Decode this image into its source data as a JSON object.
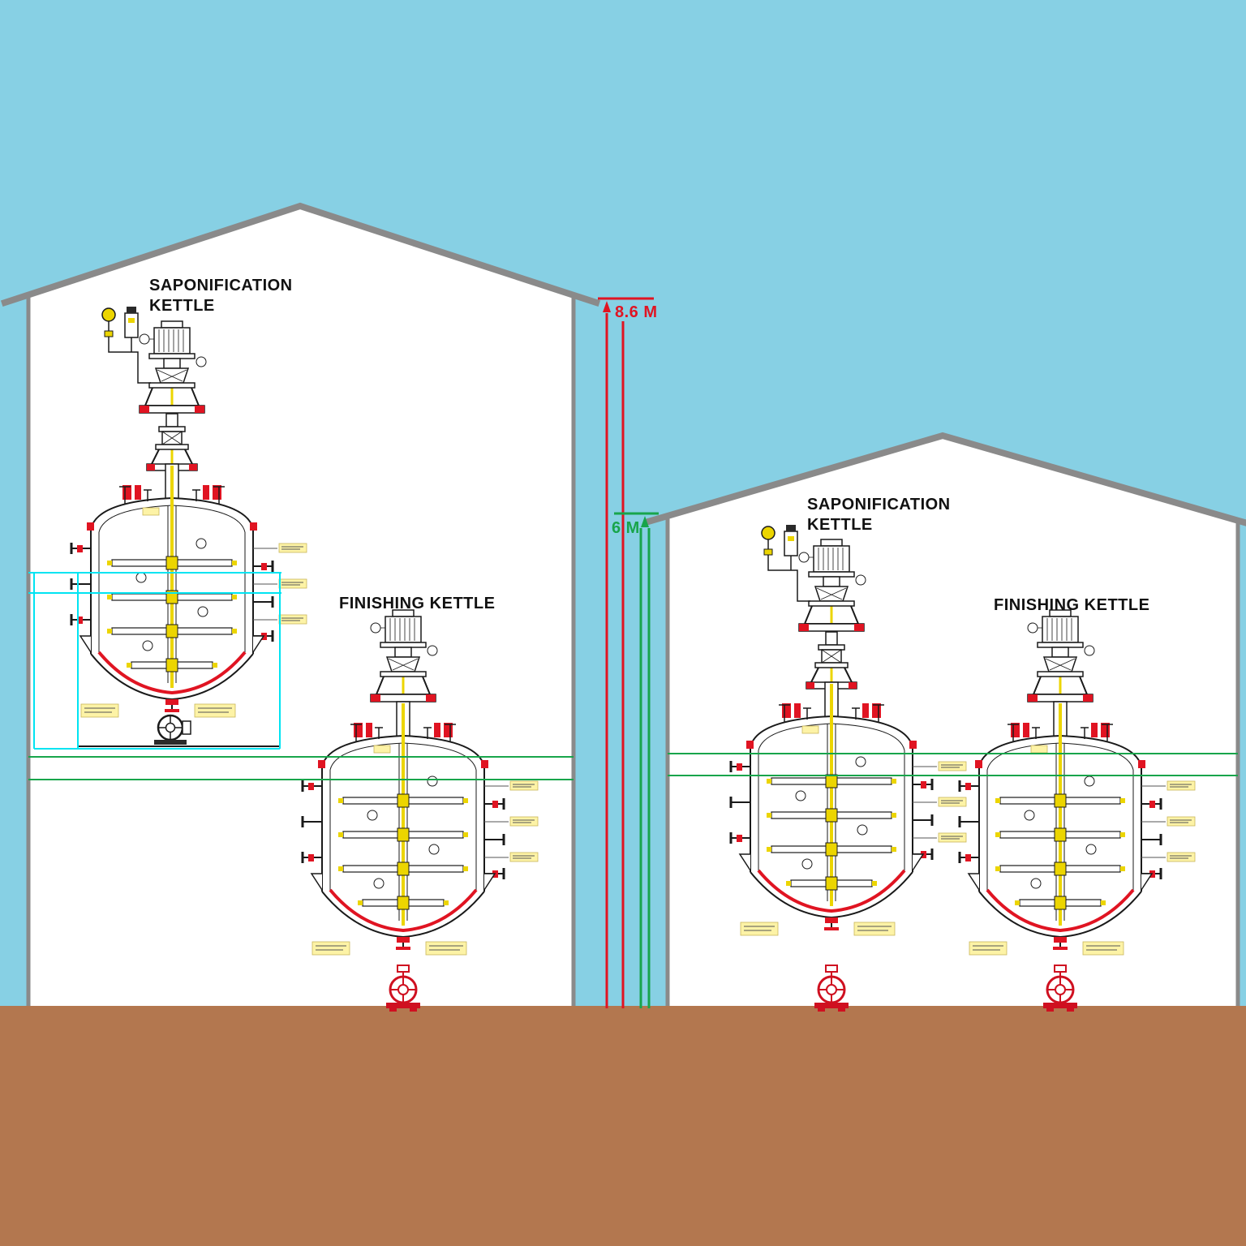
{
  "scene": {
    "colors": {
      "sky": "#87d0e4",
      "ground": "#b3774f",
      "wall_gray": "#8a8a8a",
      "drawing_ink": "#1a1a1a",
      "accent_red": "#e01422",
      "shaft_yellow": "#ecd500",
      "dimension_red": "#e01422",
      "dimension_green": "#18a54b",
      "level_cyan": "#00e4f2",
      "note_highlight": "#fdf3a6"
    }
  },
  "buildings": {
    "left": {
      "height_label": "8.6 M",
      "kettles": {
        "saponification": {
          "label_line1": "SAPONIFICATION",
          "label_line2": "KETTLE"
        },
        "finishing": {
          "label": "FINISHING KETTLE"
        }
      }
    },
    "right": {
      "height_label": "6 M",
      "kettles": {
        "saponification": {
          "label_line1": "SAPONIFICATION",
          "label_line2": "KETTLE"
        },
        "finishing": {
          "label": "FINISHING KETTLE"
        }
      }
    }
  }
}
